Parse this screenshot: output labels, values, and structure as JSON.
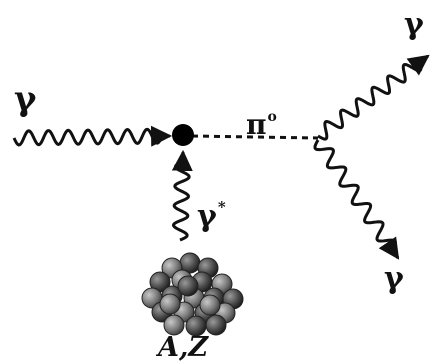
{
  "labels": {
    "incoming_photon": "γ",
    "virtual_photon": "γ",
    "virtual_photon_marker": "*",
    "pion": "π",
    "pion_charge": "o",
    "outgoing_photon_top": "γ",
    "outgoing_photon_bottom": "γ",
    "nucleus": "A,Z"
  },
  "colors": {
    "line": "#111111",
    "vertex": "#000000",
    "nucleon_dark": "#3a3a3a",
    "nucleon_light": "#8a8a8a"
  }
}
